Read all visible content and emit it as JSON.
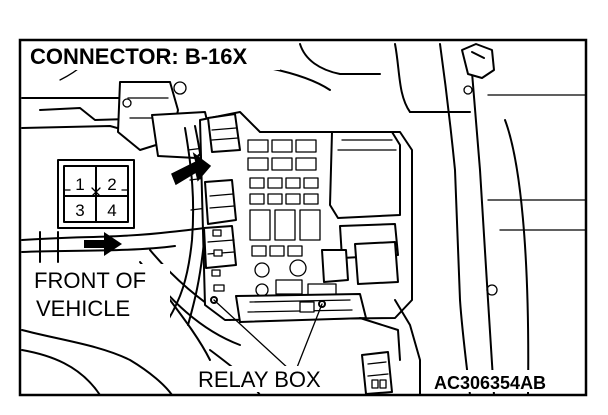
{
  "connector_title": "CONNECTOR: B-16X",
  "pin_numbers": [
    "1",
    "2",
    "3",
    "4"
  ],
  "front_label_line1": "FRONT OF",
  "front_label_line2": "VEHICLE",
  "relay_box_label": "RELAY BOX",
  "figure_code": "AC306354AB",
  "icons": {
    "direction_arrow": "arrow-icon",
    "pointer": "leader-line-icon"
  }
}
